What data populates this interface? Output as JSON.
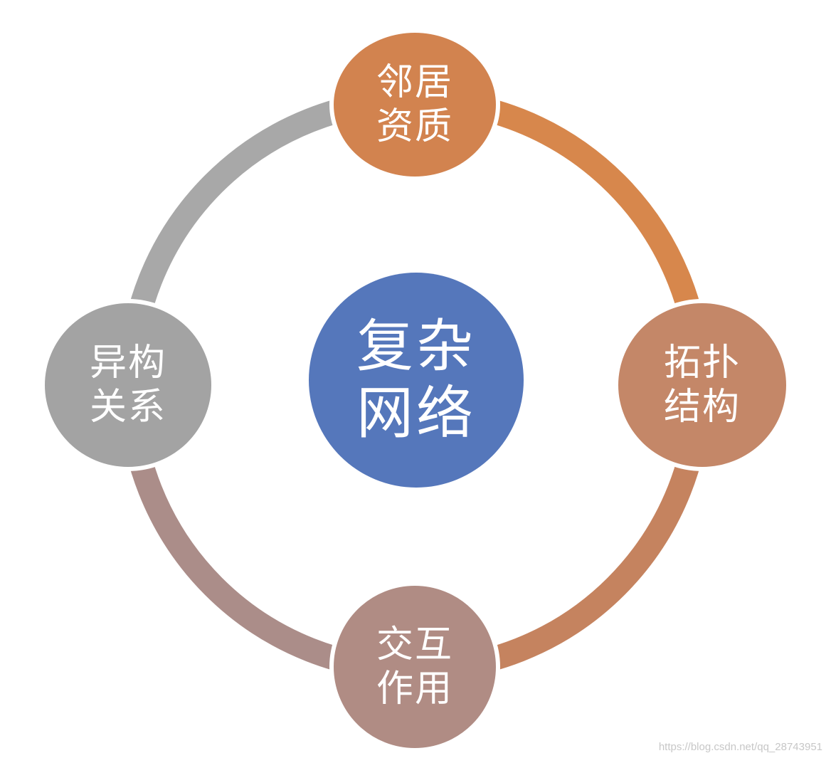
{
  "center": {
    "lines": [
      "复杂",
      "网络"
    ],
    "color": "#5577bb"
  },
  "nodes": {
    "top": {
      "lines": [
        "邻居",
        "资质"
      ],
      "color": "#d2834f"
    },
    "right": {
      "lines": [
        "拓扑",
        "结构"
      ],
      "color": "#c48768"
    },
    "bottom": {
      "lines": [
        "交互",
        "作用"
      ],
      "color": "#b08c84"
    },
    "left": {
      "lines": [
        "异构",
        "关系"
      ],
      "color": "#a3a3a3"
    }
  },
  "arcs": {
    "top_right": "#d7874c",
    "right_bottom": "#c5835f",
    "bottom_left": "#ab8d89",
    "left_top": "#a8a8a8"
  },
  "watermark": "https://blog.csdn.net/qq_28743951"
}
